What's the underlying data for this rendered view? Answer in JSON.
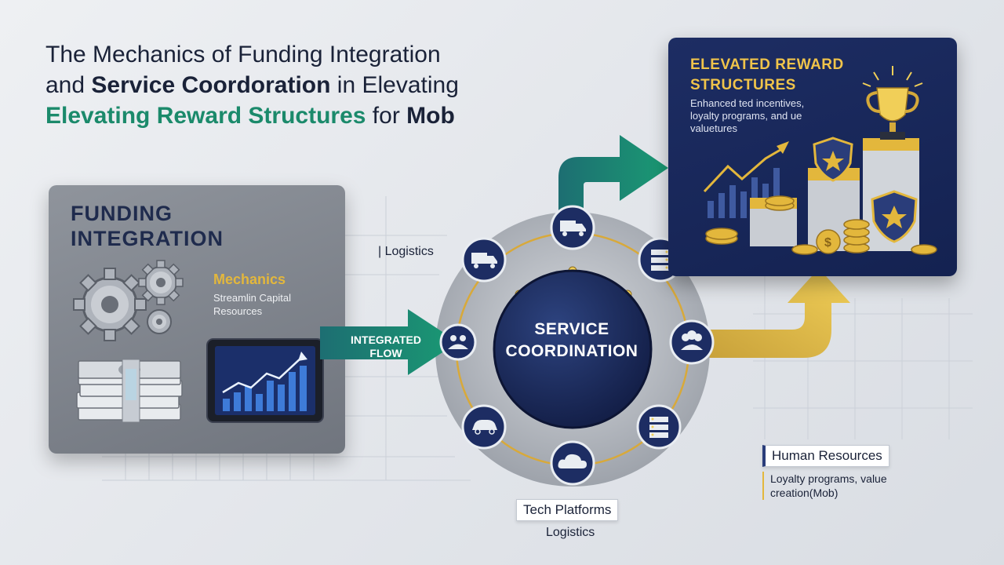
{
  "title": {
    "line1": "The Mechanics of Funding Integration",
    "line2_pre": "and ",
    "line2_bold": "Service Coordoration",
    "line2_post": " in Elevating",
    "line3_green": "Elevating Reward Structures",
    "line3_mid": " for ",
    "line3_bold": "Mob"
  },
  "funding": {
    "title_line1": "FUNDING",
    "title_line2": "INTEGRATION",
    "mechanics_title": "Mechanics",
    "mechanics_text": "Streamlin Capital Resources",
    "icons": [
      "gears-icon",
      "cash-stack-icon",
      "tablet-chart-icon"
    ]
  },
  "flow_label": {
    "line1": "INTEGRATED",
    "line2": "FLOW"
  },
  "service": {
    "line1": "SERVICE",
    "line2": "COORDINATION",
    "node_icons": [
      "truck-icon",
      "server-icon",
      "people-icon",
      "server-icon",
      "cloud-icon",
      "car-icon",
      "people-icon",
      "truck-icon"
    ]
  },
  "reward": {
    "title": "ELEVATED REWARD STRUCTURES",
    "text": "Enhanced ted incentives, loyalty programs, and ue valuetures",
    "icons": [
      "trophy-icon",
      "growth-chart-icon",
      "shield-star-icon",
      "gold-coins-icon"
    ]
  },
  "labels": {
    "logistics_top": "Logistics",
    "tech_platforms": "Tech Platforms",
    "logistics_bottom": "Logistics",
    "human_resources": "Human Resources",
    "hr_text": "Loyalty programs, value creation(Mob)"
  },
  "colors": {
    "navy": "#1d2d63",
    "teal": "#1b8a6b",
    "gold": "#e3b73c",
    "card_gray": "#7d828b"
  }
}
